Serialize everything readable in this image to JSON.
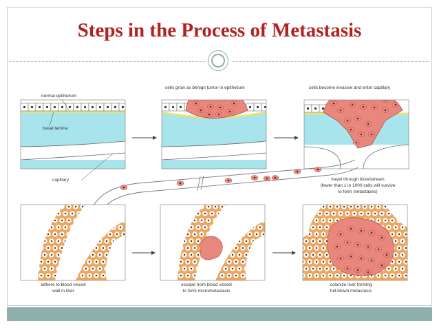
{
  "title": "Steps in the Process of Metastasis",
  "labels": {
    "normal_epithelium": "normal epithelium",
    "basal_lamina": "basal lamina",
    "capillary": "capillary",
    "benign_tumor": "cells grow as benign tumor in epithelium",
    "invasive": "cells become invasive and enter capillary",
    "bloodstream_1": "travel through bloodstream",
    "bloodstream_2": "(fewer than 1 in 1000 cells will survive",
    "bloodstream_3": "to form metastases)",
    "adhere_1": "adhere to blood vessel",
    "adhere_2": "wall in liver",
    "escape_1": "escape from blood vessel",
    "escape_2": "to form micrometastasis",
    "colonize_1": "colonize liver forming",
    "colonize_2": "full-blown metastasis"
  },
  "colors": {
    "title": "#b22222",
    "epithelium_fluid": "#a8e4ec",
    "basal_lamina": "#e8e27a",
    "tumor_cell": "#e9877d",
    "liver_tissue": "#f2a65a",
    "accent_band": "#8fb0ad"
  }
}
